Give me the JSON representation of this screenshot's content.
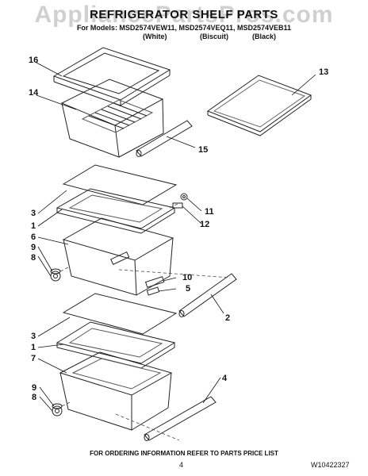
{
  "watermark": "AppliancePartsPros.com",
  "header": {
    "title": "REFRIGERATOR SHELF PARTS",
    "models": "For Models: MSD2574VEW11, MSD2574VEQ11, MSD2574VEB11",
    "colors": [
      "(White)",
      "(Biscuit)",
      "(Black)"
    ]
  },
  "part_numbers": {
    "p16": "16",
    "p14": "14",
    "p13": "13",
    "p15": "15",
    "p3a": "3",
    "p1a": "1",
    "p11": "11",
    "p12": "12",
    "p6": "6",
    "p9a": "9",
    "p8a": "8",
    "p10": "10",
    "p5": "5",
    "p2": "2",
    "p3b": "3",
    "p1b": "1",
    "p7": "7",
    "p4": "4",
    "p9b": "9",
    "p8b": "8"
  },
  "footer": {
    "ordering_note": "FOR ORDERING INFORMATION REFER TO PARTS PRICE LIST",
    "page_number": "4",
    "document_number": "W10422327"
  }
}
